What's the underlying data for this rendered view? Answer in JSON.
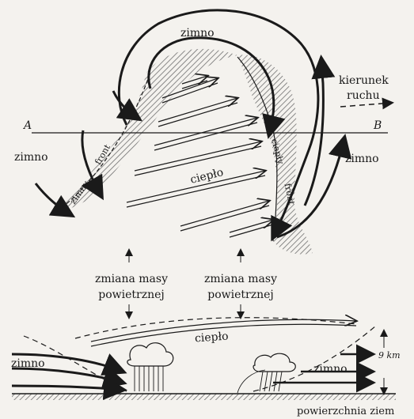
{
  "plan_view": {
    "top_label": "zimno",
    "left_label": "zimno",
    "right_label": "zimno",
    "warm_label": "ciepło",
    "motion_label_line1": "kierunek",
    "motion_label_line2": "ruchu",
    "section_start": "A",
    "section_end": "B",
    "cold_front_word1": "zimny",
    "cold_front_word2": "front",
    "warm_front_word1": "ciepły",
    "warm_front_word2": "front"
  },
  "annotations": {
    "left_line1": "zmiana masy",
    "left_line2": "powietrznej",
    "right_line1": "zmiana masy",
    "right_line2": "powietrznej"
  },
  "cross_section": {
    "warm_label": "ciepło",
    "left_cold_label": "zimno",
    "right_cold_label": "zimno",
    "height_label": "9 km",
    "ground_label": "powierzchnia ziem"
  },
  "colors": {
    "ink": "#1a1a1a",
    "paper": "#f4f2ee",
    "hatch": "#6e6e6e"
  }
}
